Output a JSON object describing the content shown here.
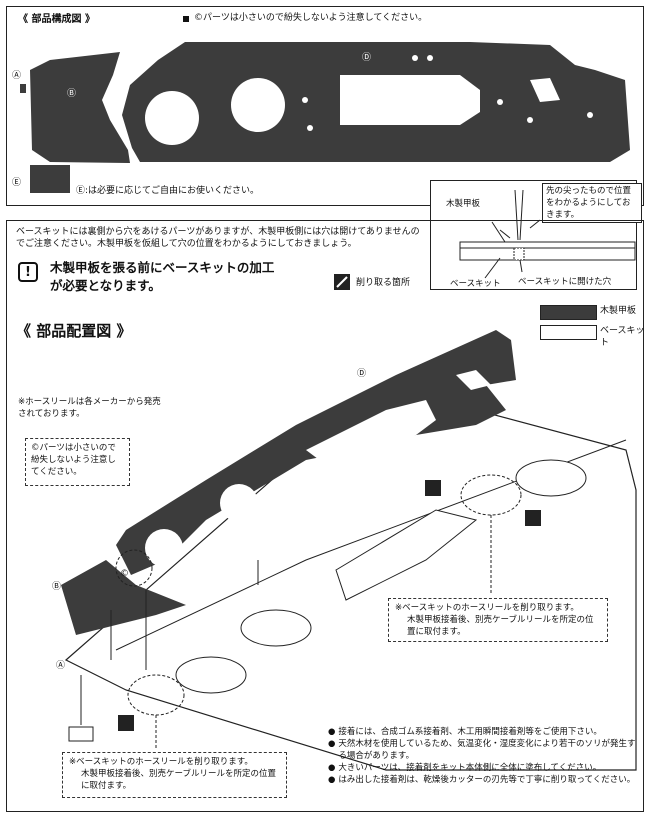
{
  "top_panel": {
    "title": "《 部品構成図 》",
    "note_label": "©",
    "note": "©パーツは小さいので紛失しないよう注意してください。",
    "part_labels": {
      "a": "Ⓐ",
      "b": "Ⓑ",
      "c": "©",
      "d": "Ⓓ",
      "e": "Ⓔ"
    },
    "e_note": "Ⓔ:は必要に応じてご自由にお使いください。"
  },
  "hole_diagram": {
    "tip_note": "先の尖ったもので位置をわかるようにしておきます。",
    "wood_label": "木製甲板",
    "base_label": "ベースキット",
    "hole_label": "ベースキットに開けた穴"
  },
  "instructions": {
    "intro": "ベースキットには裏側から穴をあけるパーツがありますが、木製甲板側には穴は開けてありませんのでご注意ください。木製甲板を仮組して穴の位置をわかるようにしておきましょう。",
    "warning_icon": "!",
    "warning": "木製甲板を張る前にベースキットの加工が必要となります。",
    "cut_label": "削り取る箇所"
  },
  "legend": {
    "wood": "木製甲板",
    "base": "ベースキット",
    "wood_color": "#3c3c3c",
    "base_color": "#ffffff"
  },
  "placement": {
    "title": "《 部品配置図 》",
    "label_d": "Ⓓ",
    "label_b": "Ⓑ",
    "label_c": "©",
    "label_a": "Ⓐ",
    "hose_note": "※ホースリールは各メーカーから発売されております。",
    "c_note": "©パーツは小さいので紛失しないよう注意してください。",
    "right_note_1": "※ベースキットのホースリールを削り取ります。",
    "right_note_2": "木製甲板接着後、別売ケーブルリールを所定の位置に取付ます。",
    "left_note_1": "※ベースキットのホースリールを削り取ります。",
    "left_note_2": "木製甲板接着後、別売ケーブルリールを所定の位置に取付ます。"
  },
  "bullets": [
    "接着には、合成ゴム系接着剤、木工用瞬間接着剤等をご使用下さい。",
    "天然木材を使用しているため、気温変化・湿度変化により若干のソリが発生する場合があります。",
    "大きいパーツは、接着剤をキット本体側に全体に塗布してください。",
    "はみ出した接着剤は、乾燥後カッターの刃先等で丁寧に削り取ってください。"
  ]
}
